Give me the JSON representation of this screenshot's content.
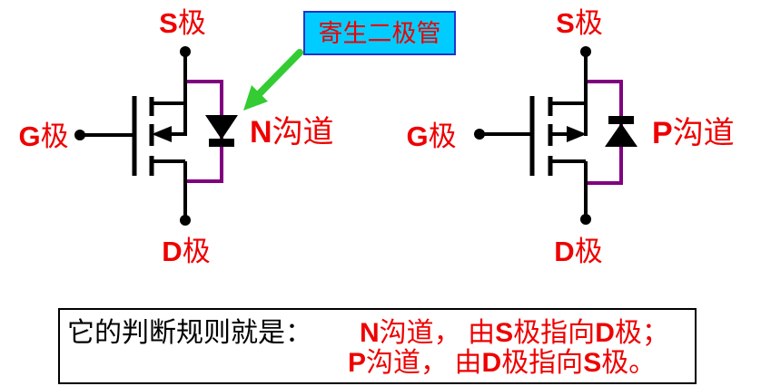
{
  "colors": {
    "red": "#ee0000",
    "purple": "#800080",
    "green": "#33cc33",
    "cyan_fill": "#00ccff",
    "callout_border": "#2233cc",
    "black": "#000000"
  },
  "callout": {
    "label": "寄生二极管"
  },
  "left_mosfet": {
    "type": "N-channel MOSFET",
    "source_letter": "S",
    "source_cjk": "极",
    "gate_letter": "G",
    "gate_cjk": "极",
    "drain_letter": "D",
    "drain_cjk": "极",
    "channel_letter": "N",
    "channel_cjk": "沟道"
  },
  "right_mosfet": {
    "type": "P-channel MOSFET",
    "source_letter": "S",
    "source_cjk": "极",
    "gate_letter": "G",
    "gate_cjk": "极",
    "drain_letter": "D",
    "drain_cjk": "极",
    "channel_letter": "P",
    "channel_cjk": "沟道"
  },
  "rule_box": {
    "intro": "它的判断规则就是：",
    "line1_segments": [
      "N",
      "沟道， 由",
      "S",
      "极指向",
      "D",
      "极；"
    ],
    "line2_segments": [
      "P",
      "沟道， 由",
      "D",
      "极指向",
      "S",
      "极。"
    ]
  }
}
